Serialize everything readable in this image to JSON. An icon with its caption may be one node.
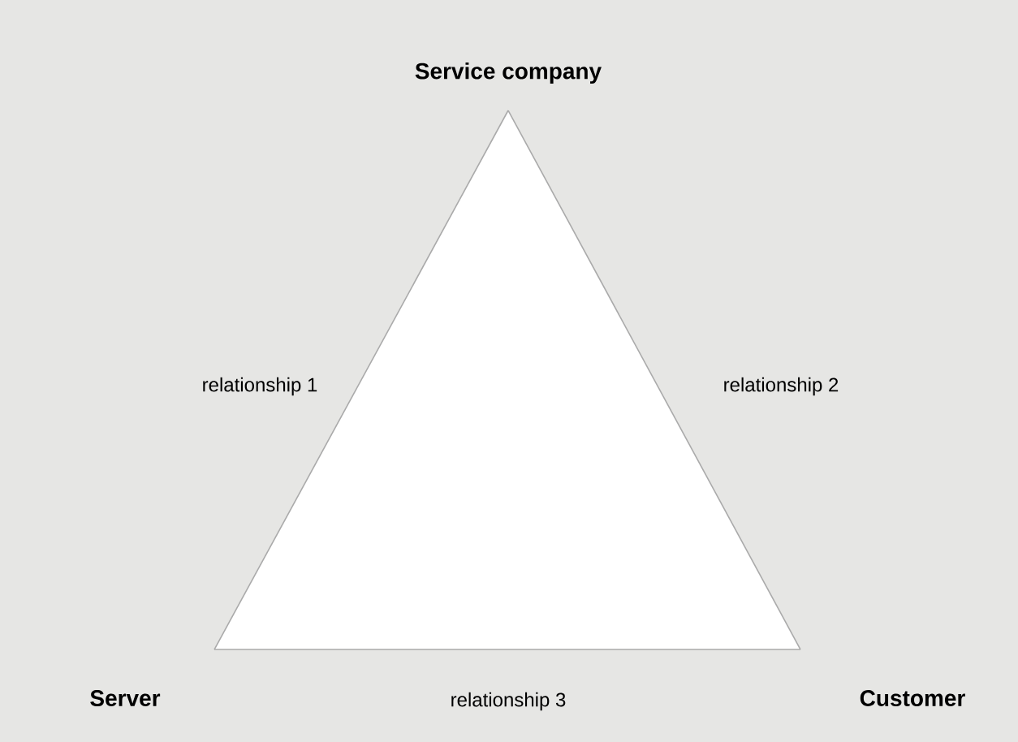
{
  "diagram": {
    "nodes": [
      {
        "text": [
          "Service company"
        ]
      },
      {
        "text": [
          "Server"
        ]
      },
      {
        "text": [
          "Customer"
        ]
      }
    ],
    "edges": [
      {
        "from": 0,
        "to": 1,
        "arrow": "none",
        "label": "relationship 1"
      },
      {
        "from": 0,
        "to": 2,
        "arrow": "none",
        "label": "relationship 2"
      },
      {
        "from": 1,
        "to": 2,
        "arrow": "none",
        "label": "relationship 3"
      }
    ]
  }
}
